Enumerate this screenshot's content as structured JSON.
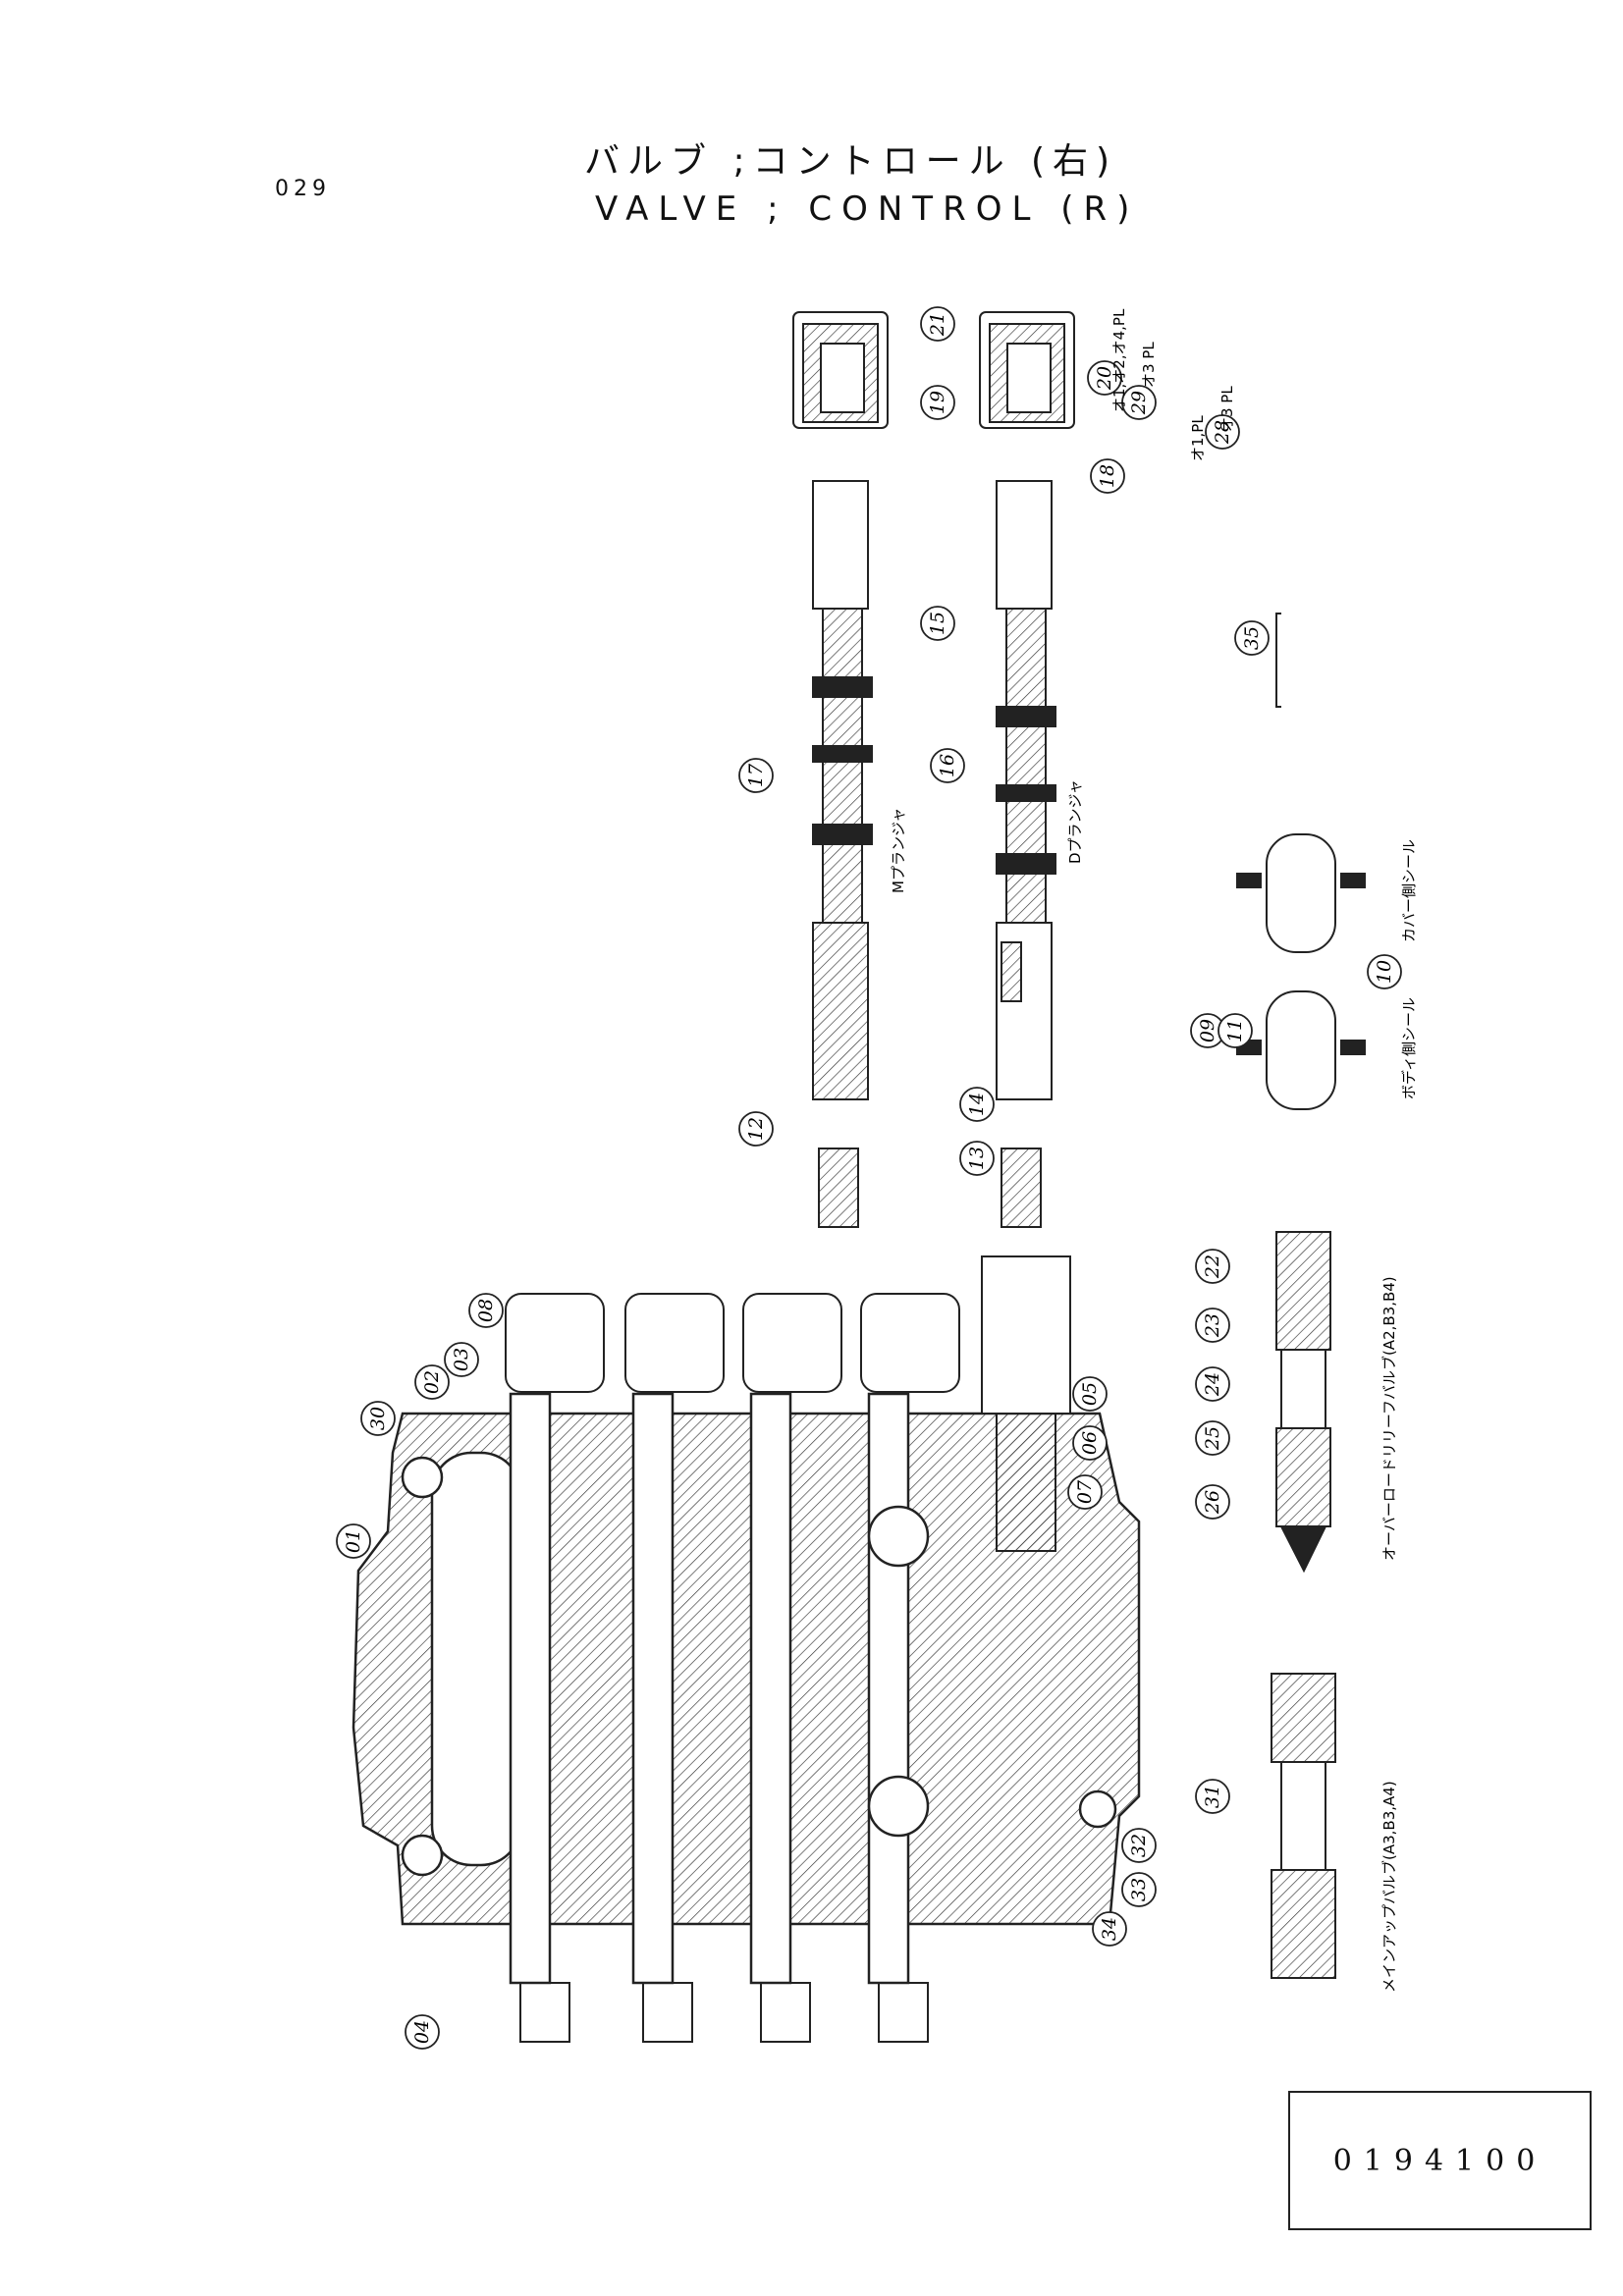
{
  "page_number": "029",
  "title_jp": "バルブ ;コントロール (右)",
  "title_en": "VALVE ; CONTROL (R)",
  "drawing_code": "0194100",
  "callouts": [
    "01",
    "02",
    "03",
    "04",
    "05",
    "06",
    "07",
    "08",
    "09",
    "10",
    "11",
    "12",
    "13",
    "14",
    "15",
    "16",
    "17",
    "18",
    "19",
    "20",
    "21",
    "22",
    "23",
    "24",
    "25",
    "26",
    "28",
    "29",
    "30",
    "31",
    "32",
    "33",
    "34",
    "35"
  ],
  "labels": {
    "plunger_m": "Mプランジャ",
    "plunger_d": "Dプランジャ",
    "cover_seal": "カバー側シール",
    "body_seal": "ボディ側シール",
    "overload_valve": "オーバーロードリリーフバルブ(A2,B3,B4)",
    "main_relief_valve": "メインアップバルブ(A3,B3,A4)",
    "note_20": "オ1,オ2,オ4,PL",
    "note_29": "オ3 PL",
    "note_27": "オ1,PL",
    "note_28": "オ3 PL"
  }
}
